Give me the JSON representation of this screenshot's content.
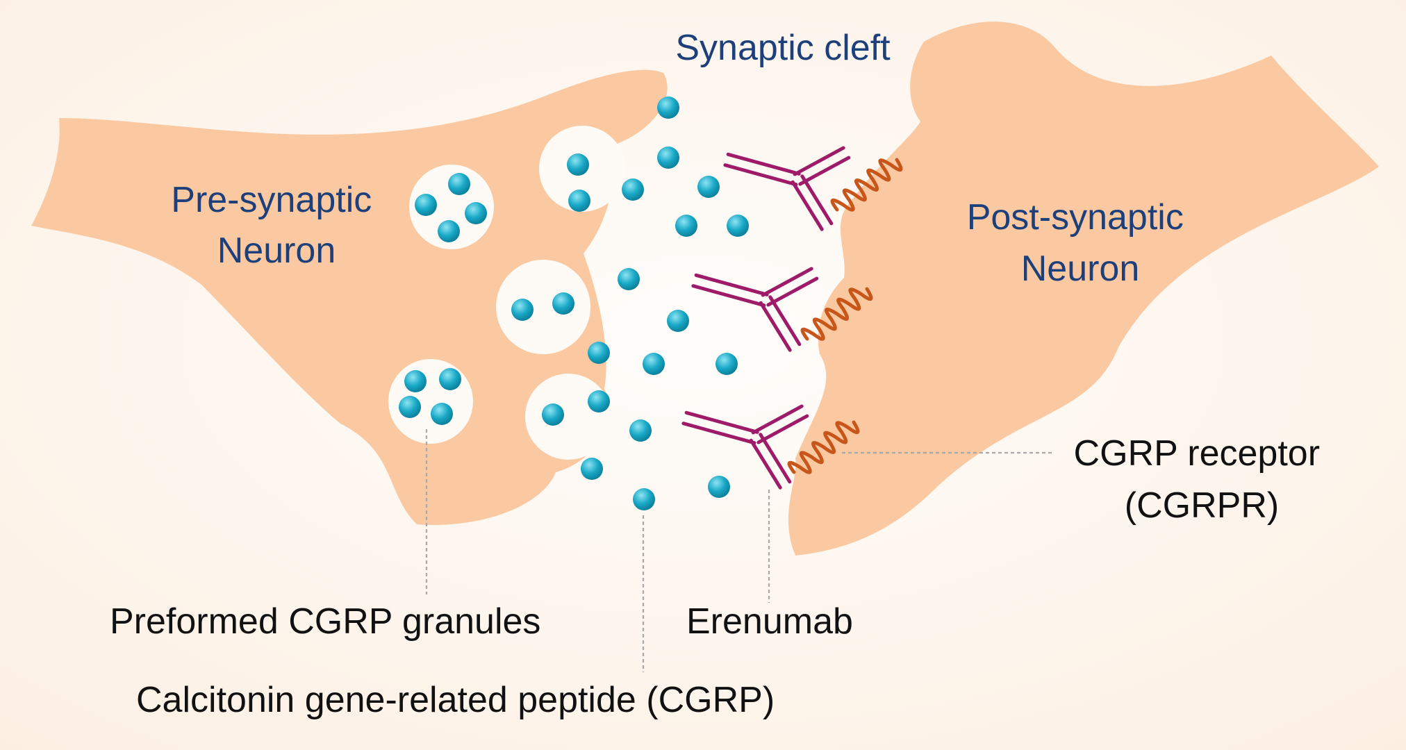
{
  "labels": {
    "synaptic_cleft": "Synaptic cleft",
    "pre_synaptic_line1": "Pre-synaptic",
    "pre_synaptic_line2": "Neuron",
    "post_synaptic_line1": "Post-synaptic",
    "post_synaptic_line2": "Neuron",
    "cgrp_receptor_line1": "CGRP receptor",
    "cgrp_receptor_line2": "(CGRPR)",
    "preformed_granules": "Preformed CGRP granules",
    "erenumab": "Erenumab",
    "cgrp": "Calcitonin gene-related peptide (CGRP)"
  },
  "colors": {
    "background": "#fdf3ea",
    "neuron_fill": "#fbc9a1",
    "vesicle_fill": "#fefbf7",
    "molecule_base": "#1aa9c8",
    "molecule_highlight": "#8fe4f2",
    "antibody": "#9e1b6a",
    "receptor": "#c8561a",
    "neuron_label": "#1d3f7a",
    "callout_label": "#111111"
  },
  "icons": {
    "cgrp_molecule": "teal-sphere",
    "erenumab": "y-shaped-antibody",
    "cgrp_receptor": "coiled-receptor"
  }
}
